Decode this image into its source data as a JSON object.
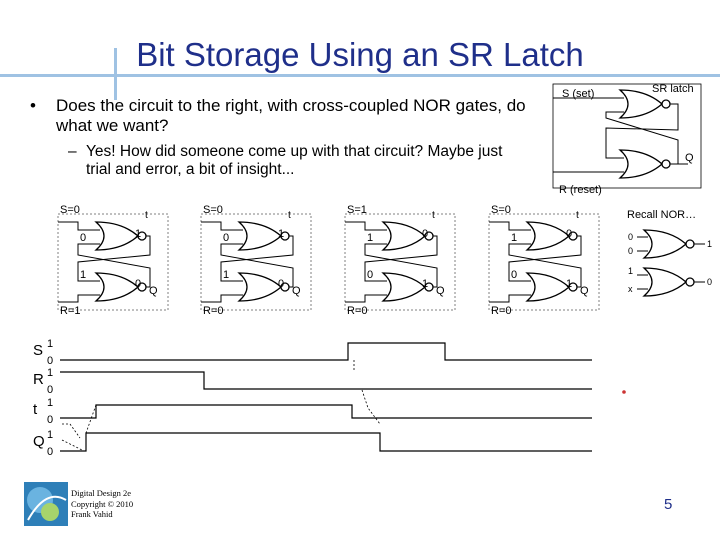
{
  "slide": {
    "title": "Bit Storage Using an SR Latch",
    "bullet_dot": "•",
    "bullet": "Does the circuit to the right, with cross-coupled NOR gates, do what we want?",
    "sub_dash": "–",
    "sub": "Yes! How did someone come up with that circuit? Maybe just trial and error, a bit of insight...",
    "page_number": "5"
  },
  "latch_diagram": {
    "title": "SR latch",
    "s_label": "S (set)",
    "r_label": "R (reset)",
    "q_label": "Q"
  },
  "recall": {
    "title": "Recall NOR…",
    "g1_in_a": "0",
    "g1_in_b": "0",
    "g1_out": "1",
    "g2_in_a": "1",
    "g2_in_b": "x",
    "g2_out": "0"
  },
  "panels": [
    {
      "s": "S=0",
      "r": "R=1",
      "t": "t",
      "top_in": "0",
      "top_out": "1",
      "bot_in": "1",
      "bot_out": "0",
      "q": "Q"
    },
    {
      "s": "S=0",
      "r": "R=0",
      "t": "t",
      "top_in": "0",
      "top_out": "1",
      "bot_in": "1",
      "bot_out": "0",
      "q": "Q"
    },
    {
      "s": "S=1",
      "r": "R=0",
      "t": "t",
      "top_in": "1",
      "top_out": "0",
      "bot_in": "0",
      "bot_out": "1",
      "q": "Q"
    },
    {
      "s": "S=0",
      "r": "R=0",
      "t": "t",
      "top_in": "1",
      "top_out": "0",
      "bot_in": "0",
      "bot_out": "1",
      "q": "Q"
    }
  ],
  "timing": {
    "signals": [
      {
        "name": "S",
        "high": "1",
        "low": "0"
      },
      {
        "name": "R",
        "high": "1",
        "low": "0"
      },
      {
        "name": "t",
        "high": "1",
        "low": "0"
      },
      {
        "name": "Q",
        "high": "1",
        "low": "0"
      }
    ]
  },
  "footnote": {
    "line1": "Digital Design 2e",
    "line2": "Copyright © 2010",
    "line3": "Frank Vahid"
  },
  "colors": {
    "title": "#1f2f8a",
    "accent_bar": "#9fc2e3",
    "logo": "#2e7fb8"
  }
}
